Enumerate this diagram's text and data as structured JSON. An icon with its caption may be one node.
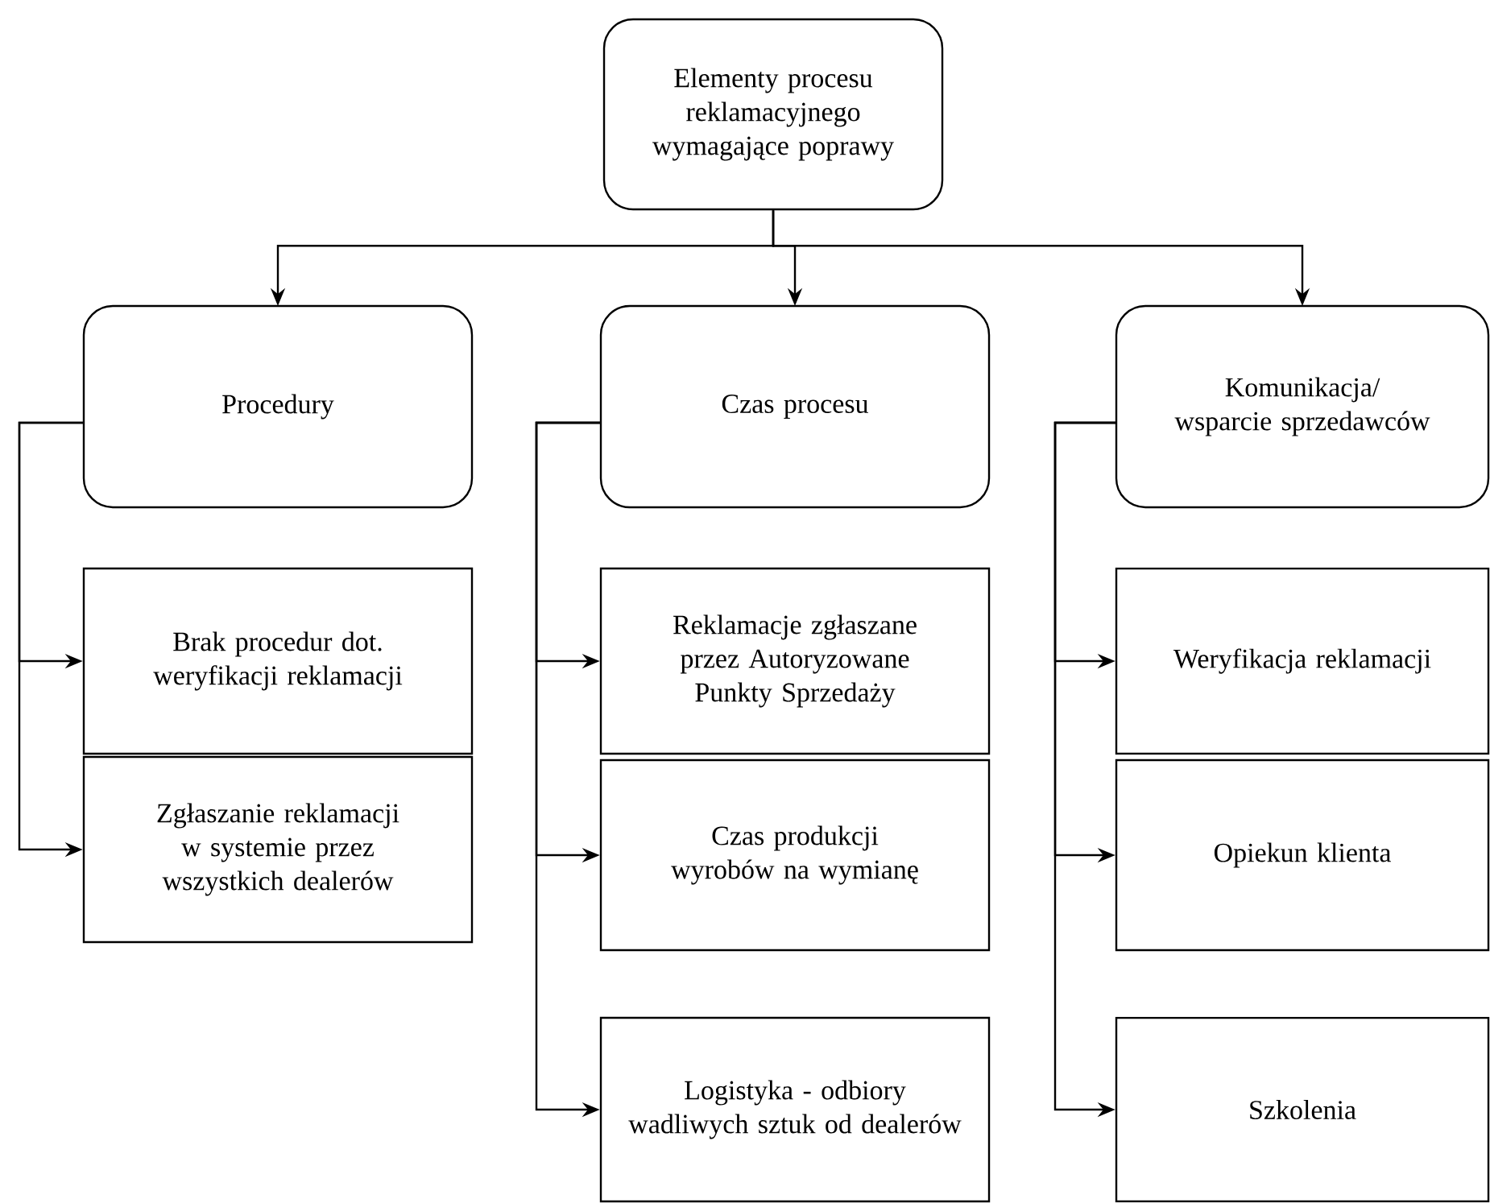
{
  "diagram": {
    "nodes": [
      {
        "text": [
          "Elementy procesu reklamacyjnego wymagające poprawy"
        ]
      },
      {
        "text": [
          "Procedury"
        ]
      },
      {
        "text": [
          "Czas procesu"
        ]
      },
      {
        "text": [
          "Komunikacja/ wsparcie sprzedawców"
        ]
      },
      {
        "text": [
          "Brak procedur dot. weryfikacji reklamacji"
        ]
      },
      {
        "text": [
          "Zgłaszanie reklamacji w systemie przez wszystkich dealerów"
        ]
      },
      {
        "text": [
          "Reklamacje zgłaszane przez Autoryzowane Punkty Sprzedaży"
        ]
      },
      {
        "text": [
          "Czas produkcji wyrobów na wymianę"
        ]
      },
      {
        "text": [
          "Logistyka - odbiory wadliwych sztuk od dealerów"
        ]
      },
      {
        "text": [
          "Weryfikacja reklamacji"
        ]
      },
      {
        "text": [
          "Opiekun klienta"
        ]
      },
      {
        "text": [
          "Szkolenia"
        ]
      }
    ],
    "edges": [
      {
        "from": 0,
        "to": 1,
        "arrow": "to"
      },
      {
        "from": 0,
        "to": 2,
        "arrow": "to"
      },
      {
        "from": 0,
        "to": 3,
        "arrow": "to"
      },
      {
        "from": 1,
        "to": 4,
        "arrow": "to"
      },
      {
        "from": 1,
        "to": 5,
        "arrow": "to"
      },
      {
        "from": 2,
        "to": 6,
        "arrow": "to"
      },
      {
        "from": 2,
        "to": 7,
        "arrow": "to"
      },
      {
        "from": 2,
        "to": 8,
        "arrow": "to"
      },
      {
        "from": 3,
        "to": 9,
        "arrow": "to"
      },
      {
        "from": 3,
        "to": 10,
        "arrow": "to"
      },
      {
        "from": 3,
        "to": 11,
        "arrow": "to"
      }
    ]
  }
}
